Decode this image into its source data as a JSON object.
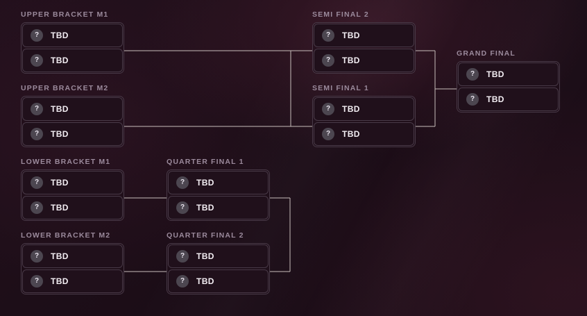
{
  "bracket": {
    "connector_color": "#c9bfbc",
    "label_color": "#9b8a9c",
    "card_border_color": "#493a48",
    "badge_color": "#4c4650",
    "slot_text_color": "#f3eef3",
    "background_color": "#1d0e18",
    "matches": [
      {
        "id": "upper-bracket-m1",
        "label": "UPPER BRACKET M1",
        "slots": [
          {
            "seed": "?",
            "name": "TBD"
          },
          {
            "seed": "?",
            "name": "TBD"
          }
        ]
      },
      {
        "id": "upper-bracket-m2",
        "label": "UPPER BRACKET M2",
        "slots": [
          {
            "seed": "?",
            "name": "TBD"
          },
          {
            "seed": "?",
            "name": "TBD"
          }
        ]
      },
      {
        "id": "lower-bracket-m1",
        "label": "LOWER BRACKET M1",
        "slots": [
          {
            "seed": "?",
            "name": "TBD"
          },
          {
            "seed": "?",
            "name": "TBD"
          }
        ]
      },
      {
        "id": "lower-bracket-m2",
        "label": "LOWER BRACKET M2",
        "slots": [
          {
            "seed": "?",
            "name": "TBD"
          },
          {
            "seed": "?",
            "name": "TBD"
          }
        ]
      },
      {
        "id": "quarter-final-1",
        "label": "QUARTER FINAL 1",
        "slots": [
          {
            "seed": "?",
            "name": "TBD"
          },
          {
            "seed": "?",
            "name": "TBD"
          }
        ]
      },
      {
        "id": "quarter-final-2",
        "label": "QUARTER FINAL 2",
        "slots": [
          {
            "seed": "?",
            "name": "TBD"
          },
          {
            "seed": "?",
            "name": "TBD"
          }
        ]
      },
      {
        "id": "semi-final-2",
        "label": "SEMI FINAL 2",
        "slots": [
          {
            "seed": "?",
            "name": "TBD"
          },
          {
            "seed": "?",
            "name": "TBD"
          }
        ]
      },
      {
        "id": "semi-final-1",
        "label": "SEMI FINAL 1",
        "slots": [
          {
            "seed": "?",
            "name": "TBD"
          },
          {
            "seed": "?",
            "name": "TBD"
          }
        ]
      },
      {
        "id": "grand-final",
        "label": "GRAND FINAL",
        "slots": [
          {
            "seed": "?",
            "name": "TBD"
          },
          {
            "seed": "?",
            "name": "TBD"
          }
        ]
      }
    ]
  }
}
